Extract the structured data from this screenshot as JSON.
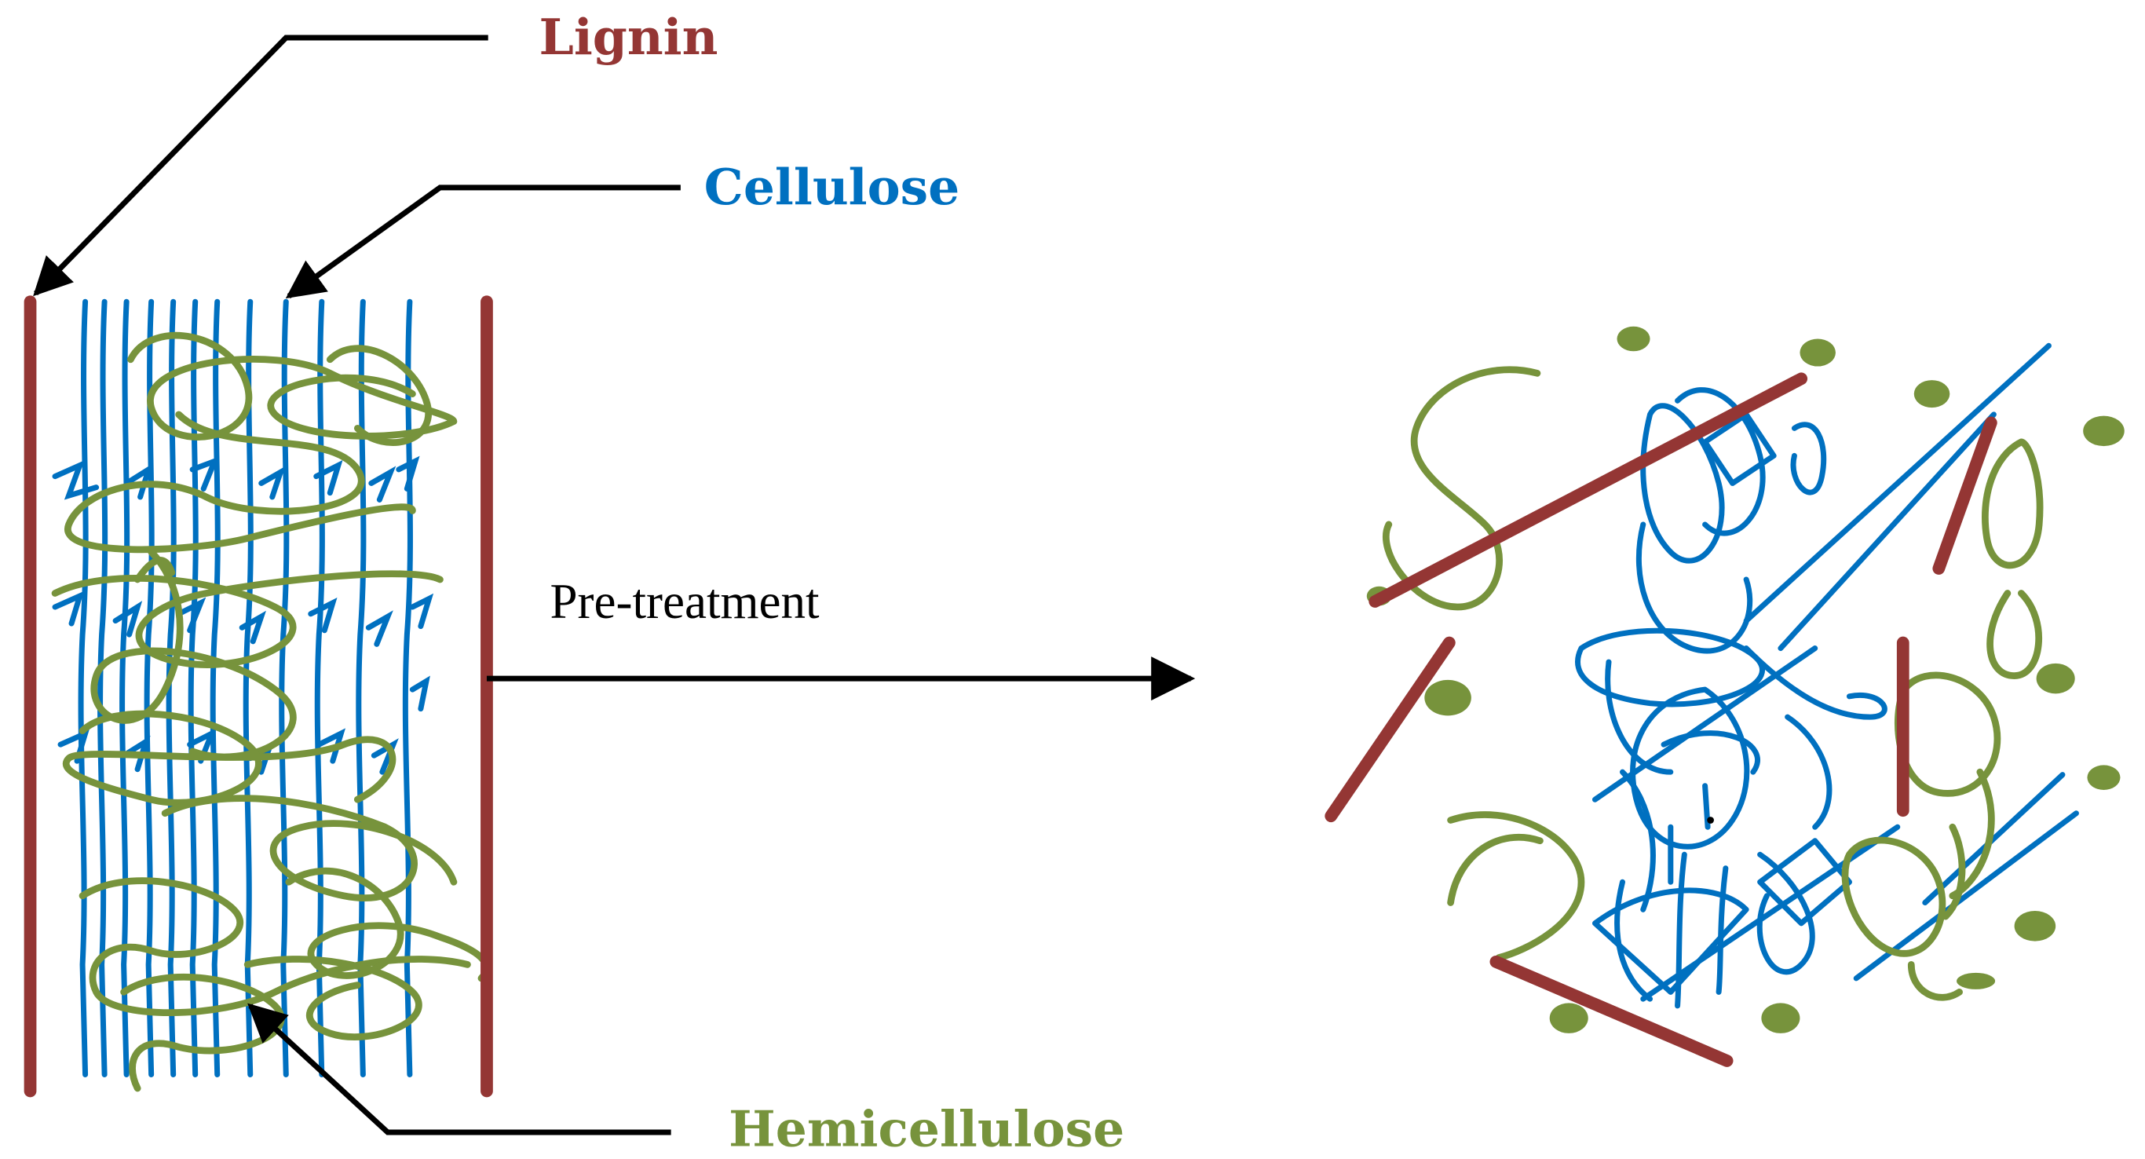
{
  "labels": {
    "lignin": "Lignin",
    "cellulose": "Cellulose",
    "hemicellulose": "Hemicellulose",
    "process": "Pre-treatment"
  },
  "colors": {
    "lignin": "#943634",
    "cellulose": "#0070c0",
    "hemicellulose": "#77933c",
    "arrow": "#000000",
    "background": "#ffffff"
  }
}
